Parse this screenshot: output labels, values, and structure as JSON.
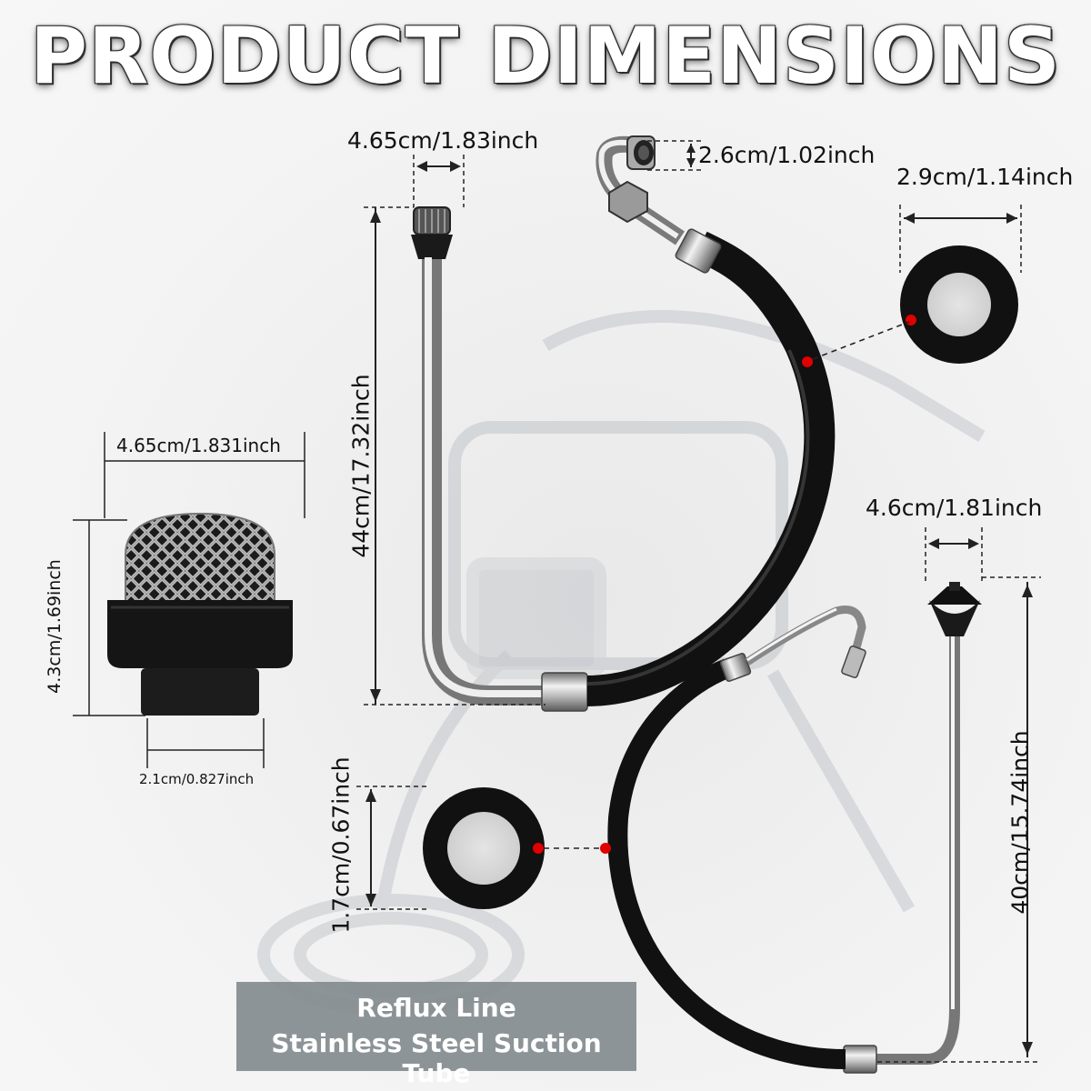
{
  "title": "PRODUCT DIMENSIONS",
  "dimensions": {
    "tube_top_width": "4.65cm/1.83inch",
    "elbow_diameter": "2.6cm/1.02inch",
    "hose_section_large": "2.9cm/1.14inch",
    "tube_length": "44cm/17.32inch",
    "filter_width": "4.65cm/1.831inch",
    "filter_height": "4.3cm/1.69inch",
    "filter_base": "2.1cm/0.827inch",
    "reflux_top_width": "4.6cm/1.81inch",
    "hose_section_small": "1.7cm/0.67inch",
    "reflux_length": "40cm/15.74inch"
  },
  "caption": {
    "line1": "Reflux Line",
    "line2": "Stainless Steel Suction Tube"
  }
}
